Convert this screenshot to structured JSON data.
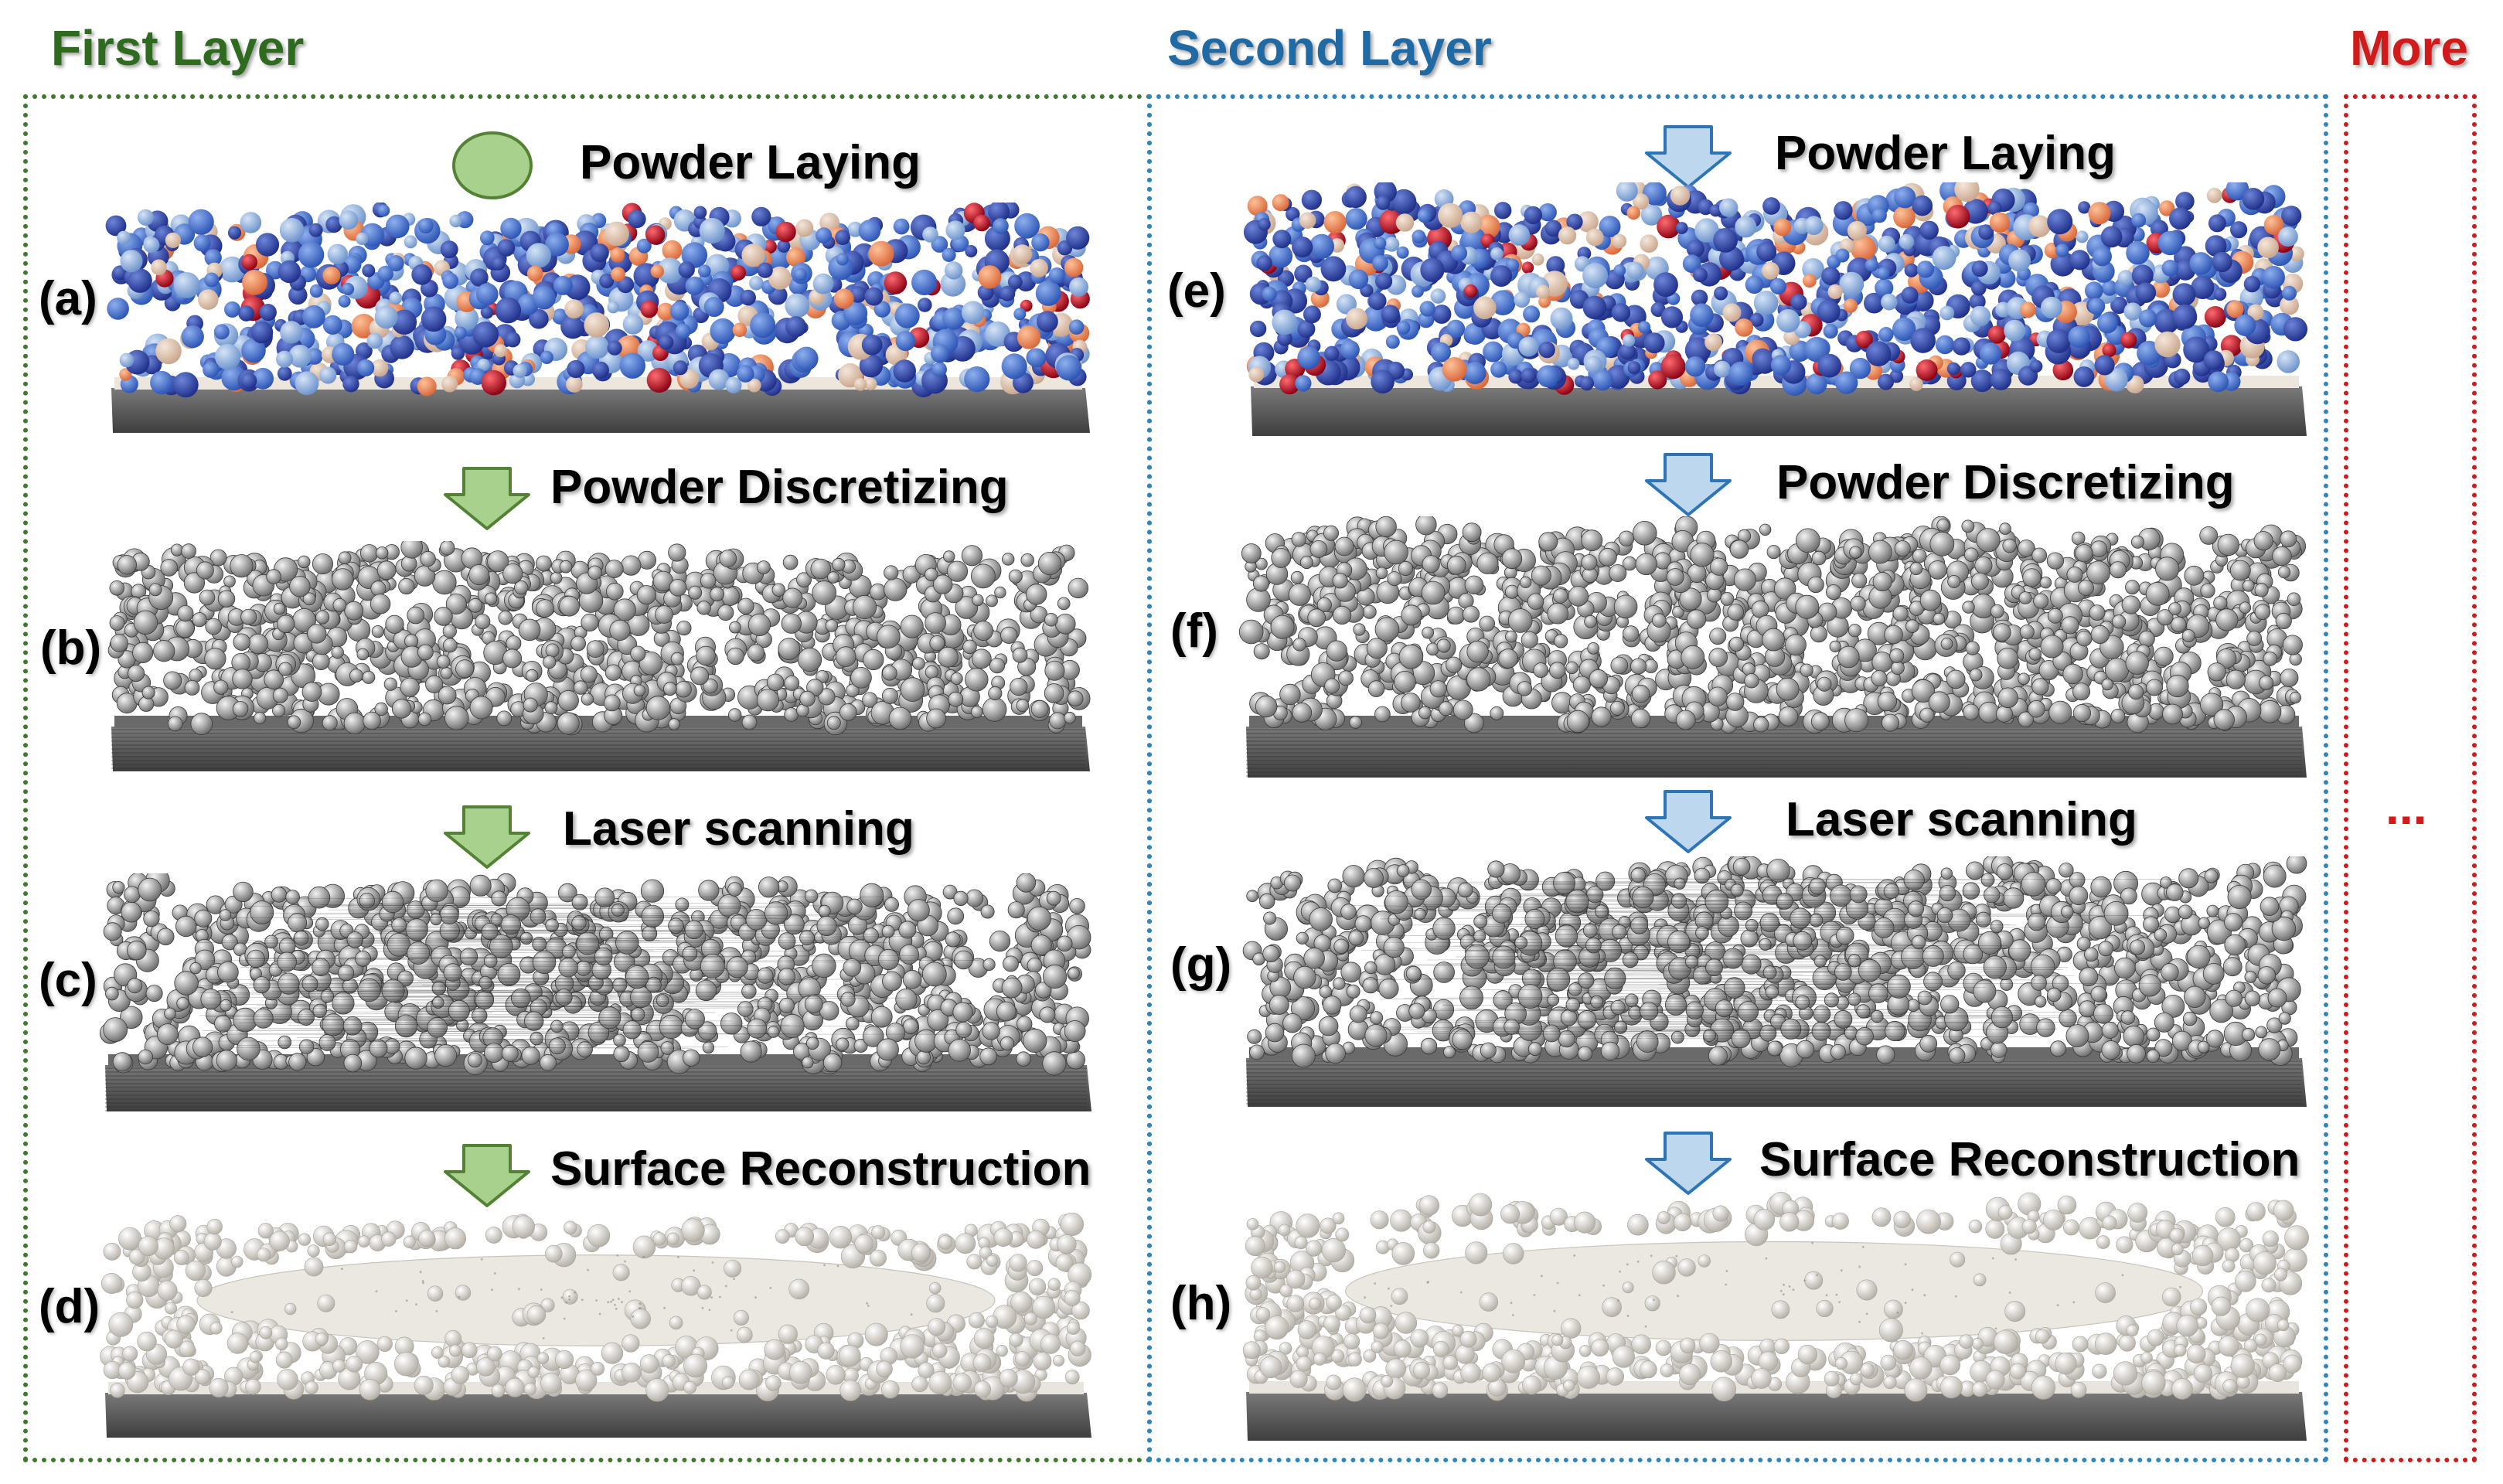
{
  "colors": {
    "first_layer": "#2e6b1f",
    "second_layer": "#1f6aa5",
    "more": "#d11a1a",
    "green_arrow_fill": "#a9d18e",
    "green_arrow_stroke": "#548235",
    "blue_arrow_fill": "#bdd7ee",
    "blue_arrow_stroke": "#2e75b6",
    "substrate": "#5a5a5a"
  },
  "columns": [
    {
      "title": "First Layer",
      "start_icon": "green-circle-icon",
      "steps": [
        {
          "label": "Powder Laying",
          "panel": "(a)",
          "render": "colored-powder"
        },
        {
          "label": "Powder Discretizing",
          "panel": "(b)",
          "render": "discretized-mesh"
        },
        {
          "label": "Laser scanning",
          "panel": "(c)",
          "render": "scanned-mesh"
        },
        {
          "label": "Surface Reconstruction",
          "panel": "(d)",
          "render": "reconstructed-surface"
        }
      ]
    },
    {
      "title": "Second Layer",
      "start_icon": "blue-down-arrow-icon",
      "steps": [
        {
          "label": "Powder Laying",
          "panel": "(e)",
          "render": "colored-powder"
        },
        {
          "label": "Powder Discretizing",
          "panel": "(f)",
          "render": "discretized-mesh"
        },
        {
          "label": "Laser scanning",
          "panel": "(g)",
          "render": "scanned-mesh"
        },
        {
          "label": "Surface Reconstruction",
          "panel": "(h)",
          "render": "reconstructed-surface"
        }
      ]
    }
  ],
  "more": {
    "title": "More",
    "ellipsis": "..."
  }
}
